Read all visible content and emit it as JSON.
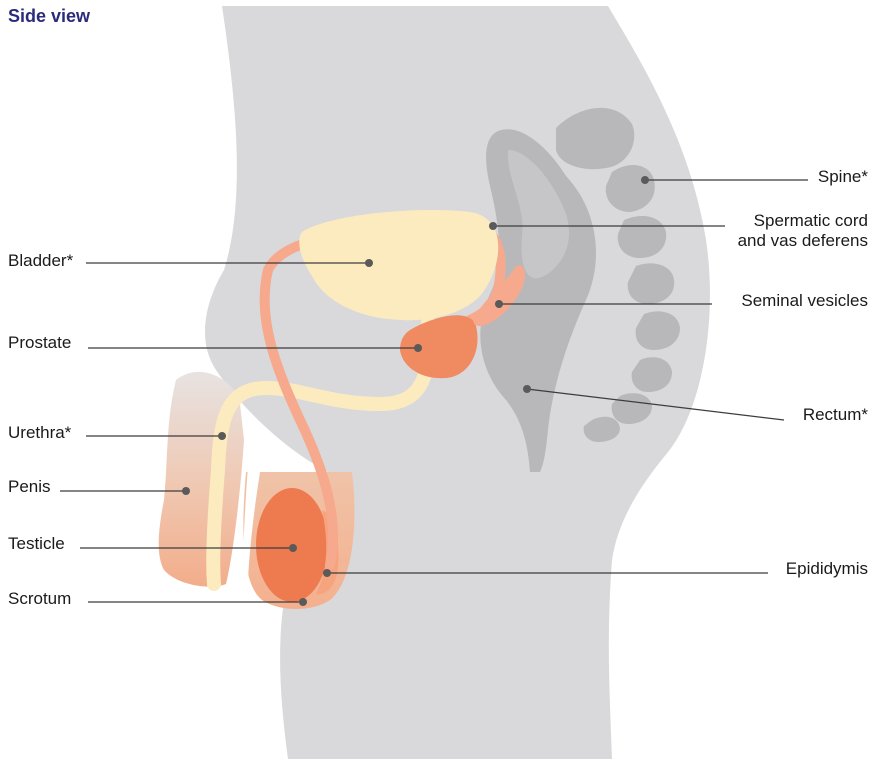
{
  "title": "Side view",
  "colors": {
    "title": "#2b2b7c",
    "body_silhouette": "#d9d9db",
    "skeleton_and_rectum": "#b7b7ba",
    "bladder_and_urethra": "#fdebc0",
    "vas_deferens": "#f6a98c",
    "prostate": "#f08a60",
    "testicle": "#ee7a50",
    "epididymis": "#f5a47e",
    "penis_gradient_top": "#e9e4e2",
    "penis_gradient_bottom": "#f2b08e"
  },
  "labels": {
    "bladder": "Bladder*",
    "prostate": "Prostate",
    "urethra": "Urethra*",
    "penis": "Penis",
    "testicle": "Testicle",
    "scrotum": "Scrotum",
    "spine": "Spine*",
    "spermatic_cord_line1": "Spermatic cord",
    "spermatic_cord_line2": "and vas deferens",
    "seminal_vesicles": "Seminal vesicles",
    "rectum": "Rectum*",
    "epididymis": "Epididymis"
  }
}
